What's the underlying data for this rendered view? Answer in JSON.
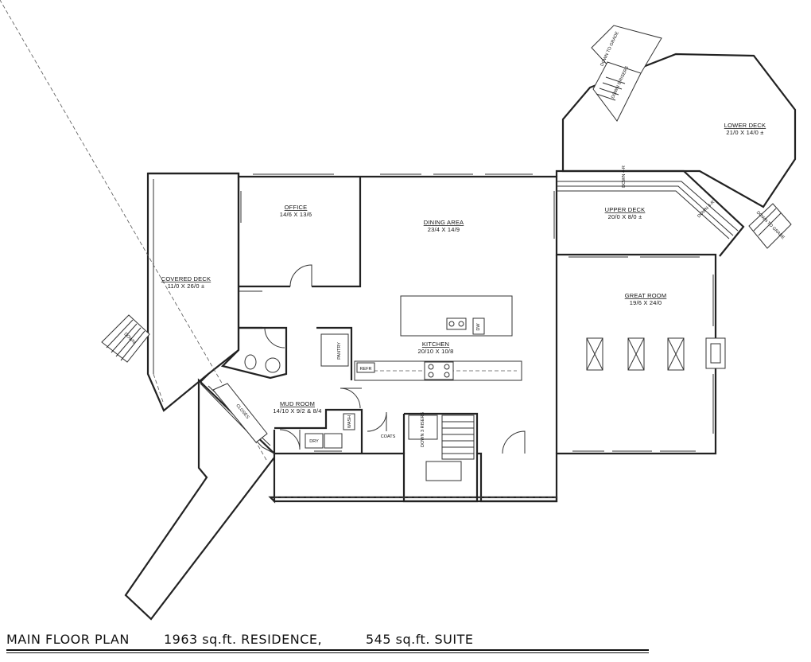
{
  "rooms": {
    "office": {
      "name": "OFFICE",
      "dims": "14/6 X 13/6"
    },
    "dining": {
      "name": "DINING AREA",
      "dims": "23/4 X 14/9"
    },
    "covered_deck": {
      "name": "COVERED DECK",
      "dims": "11/0 X 26/0 ±"
    },
    "kitchen": {
      "name": "KITCHEN",
      "dims": "20/10 X 10/8"
    },
    "great_room": {
      "name": "GREAT ROOM",
      "dims": "19/6 X 24/0"
    },
    "upper_deck": {
      "name": "UPPER DECK",
      "dims": "20/0 X 8/0 ±"
    },
    "lower_deck": {
      "name": "LOWER DECK",
      "dims": "21/0 X 14/0 ±"
    },
    "mud_room": {
      "name": "MUD ROOM",
      "dims": "14/10 X 9/2 & 8/4"
    }
  },
  "labels": {
    "pantry": "PANTRY",
    "refr": "REFR",
    "dw": "DW",
    "dry": "DRY",
    "wash": "WASH",
    "coats": "COATS",
    "clothes": "CLOSES",
    "down": "DOWN",
    "down_risers": "DOWN 3 RISERS",
    "down_grade_top": "DOWN TO GRADE",
    "down_5_risers": "DOWN 5 RISERS",
    "down_4r_a": "DOWN 4-R",
    "down_4r_b": "DOWN 4-R",
    "down_grade_right": "DOWN TO GRADE"
  },
  "footer": {
    "title": "MAIN FLOOR PLAN",
    "residence": "1963 sq.ft. RESIDENCE,",
    "suite": "545 sq.ft. SUITE"
  }
}
